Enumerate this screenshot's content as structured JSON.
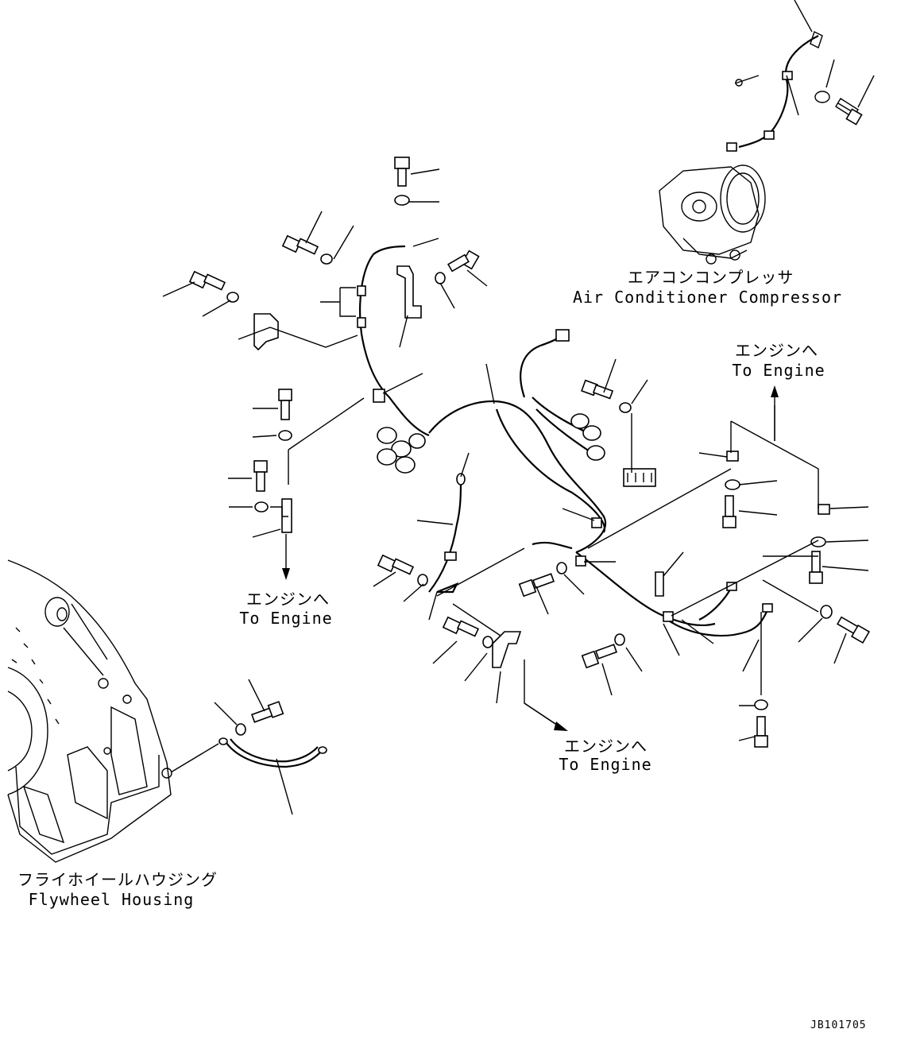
{
  "labels": {
    "air_conditioner_jp": "エアコンコンプレッサ",
    "air_conditioner_en": "Air Conditioner Compressor",
    "to_engine_jp": "エンジンへ",
    "to_engine_en": "To Engine",
    "flywheel_jp": "フライホイールハウジング",
    "flywheel_en": "Flywheel Housing"
  },
  "drawing_code": "JB101705"
}
